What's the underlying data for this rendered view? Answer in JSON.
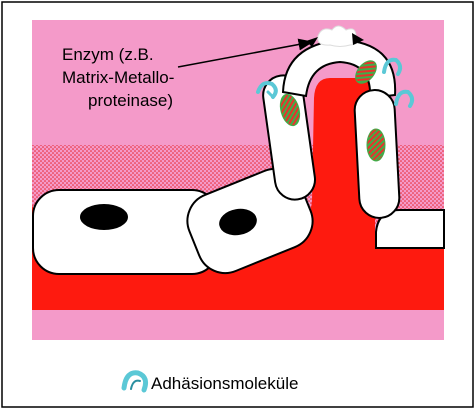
{
  "figure": {
    "enzyme_label_lines": [
      "Enzym (z.B.",
      "Matrix-Metallo-",
      "proteinase)"
    ],
    "legend_label": "Adhäsionsmoleküle",
    "colors": {
      "background": "#ffffff",
      "frame": "#000000",
      "pink_matrix": "#f49ac9",
      "dotted_layer": "#e8242a",
      "red_tissue": "#fe1a0f",
      "cell_fill": "#ffffff",
      "nucleus": "#000000",
      "adhesion_molecule": "#5bc8d6",
      "receptor_green": "#3fae49",
      "receptor_red": "#e8322c"
    },
    "icons": [
      "adhesion-molecule-icon",
      "enzyme-blob-icon",
      "receptor-icon",
      "arrow-icon"
    ]
  }
}
